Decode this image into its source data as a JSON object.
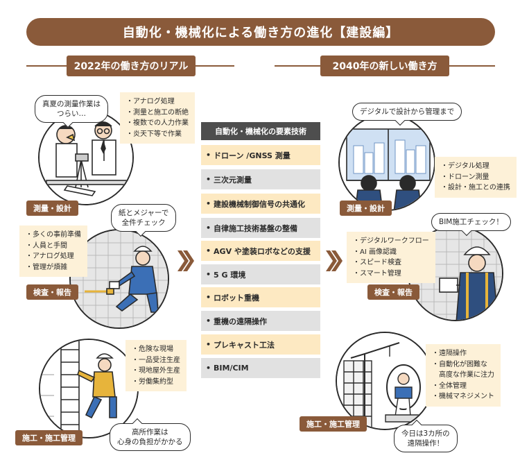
{
  "title": "自動化・機械化による働き方の進化【建設編】",
  "left_header": "2022年の働き方のリアル",
  "right_header": "2040年の新しい働き方",
  "left": {
    "survey": {
      "tag": "測量・設計",
      "bubble": [
        "真夏の測量作業は",
        "つらい…"
      ],
      "notes": [
        "アナログ処理",
        "測量と施工の断絶",
        "複数での人力作業",
        "炎天下等で作業"
      ]
    },
    "inspection": {
      "tag": "検査・報告",
      "bubble": [
        "紙とメジャーで",
        "全件チェック"
      ],
      "notes": [
        "多くの事前準備",
        "人員と手間",
        "アナログ処理",
        "管理が煩雑"
      ]
    },
    "construction": {
      "tag": "施工・施工管理",
      "bubble": [
        "高所作業は",
        "心身の負担がかかる"
      ],
      "notes": [
        "危険な現場",
        "一品受注生産",
        "現地屋外生産",
        "労働集約型"
      ]
    }
  },
  "center": {
    "header": "自動化・機械化の要素技術",
    "items": [
      "ドローン /GNSS 測量",
      "三次元測量",
      "建設機械制御信号の共通化",
      "自律施工技術基盤の整備",
      "AGV や塗装ロボなどの支援",
      "5 G 環境",
      "ロボット重機",
      "重機の遠隔操作",
      "プレキャスト工法",
      "BIM/CIM"
    ]
  },
  "right": {
    "survey": {
      "tag": "測量・設計",
      "bubble": [
        "デジタルで設計から管理まで"
      ],
      "notes": [
        "デジタル処理",
        "ドローン測量",
        "設計・施工との連携"
      ]
    },
    "inspection": {
      "tag": "検査・報告",
      "bubble": [
        "BIM施工チェック！"
      ],
      "notes": [
        "デジタルワークフロー",
        "AI 画像認識",
        "スピード検査",
        "スマート管理"
      ]
    },
    "construction": {
      "tag": "施工・施工管理",
      "bubble": [
        "今日は3カ所の",
        "遠隔操作！"
      ],
      "notes": [
        "遠隔操作",
        "自動化が困難な",
        "高度な作業に注力",
        "全体管理",
        "機械マネジメント"
      ]
    }
  },
  "colors": {
    "brown": "#8a5a3a",
    "cream": "#fde9c2",
    "gray": "#e1e1e1",
    "dark": "#4e4e4e"
  }
}
